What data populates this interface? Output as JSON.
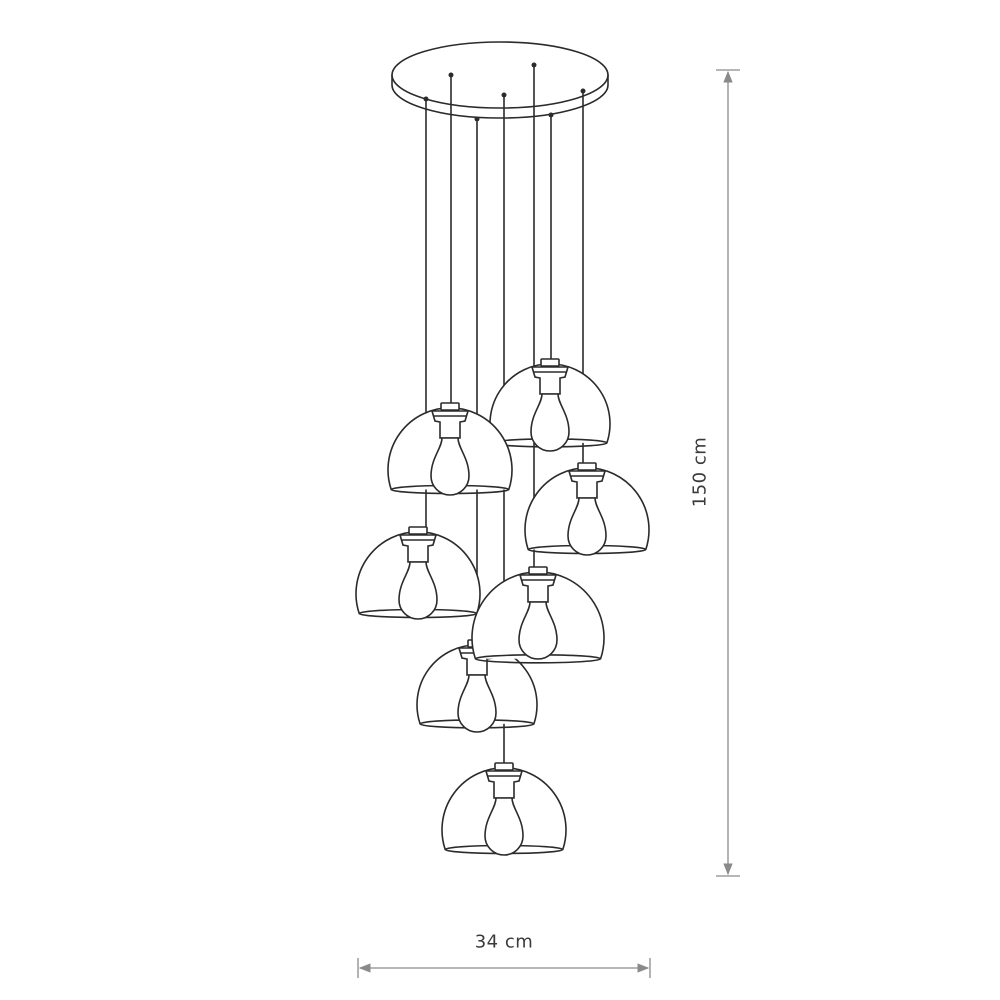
{
  "dimensions": {
    "height_label": "150 cm",
    "width_label": "34 cm"
  },
  "colors": {
    "outline": "#2b2b2b",
    "dimension_line": "#8a8a8a",
    "background": "#ffffff"
  },
  "fixture": {
    "canopy": "ceiling-canopy",
    "pendant_count": 7,
    "pendant_type": "glass-globe-with-bulb"
  }
}
